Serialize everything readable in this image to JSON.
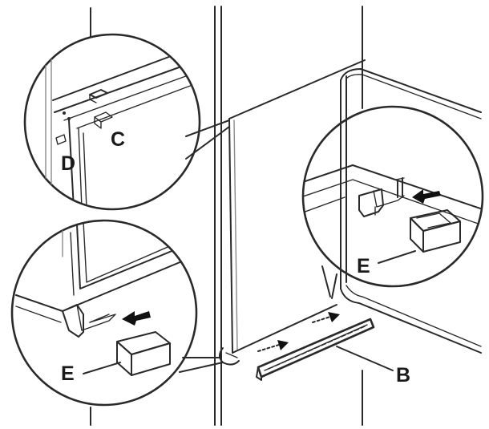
{
  "labels": {
    "c": "C",
    "d": "D",
    "e_top": "E",
    "e_bottom": "E",
    "b": "B"
  },
  "colors": {
    "line": "#2a2a2a",
    "arrow_fill": "#111111",
    "block_front": "#9a9a9a",
    "block_top": "#d2d2d2",
    "background": "#ffffff"
  }
}
